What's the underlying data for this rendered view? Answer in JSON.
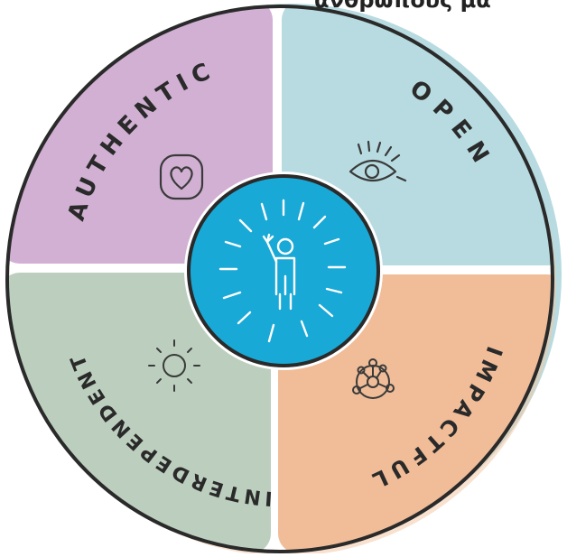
{
  "header_text": "ανθρώπους μα",
  "quadrants": [
    {
      "id": "authentic",
      "label": "AUTHENTIC",
      "icon": "heart-icon",
      "color": "#d1b0d3"
    },
    {
      "id": "open",
      "label": "OPEN",
      "icon": "eye-icon",
      "color": "#b7dbe0"
    },
    {
      "id": "impactful",
      "label": "IMPACTFUL",
      "icon": "network-icon",
      "color": "#f0bd98"
    },
    {
      "id": "interdependent",
      "label": "INTERDEPENDENT",
      "icon": "sun-icon",
      "color": "#bccfbe"
    }
  ],
  "center": {
    "icon": "person-waving-icon",
    "color": "#19a9d6"
  },
  "colors": {
    "outline": "#2a2a2a",
    "gap": "#ffffff",
    "backdrop": "#b7dbe0"
  }
}
